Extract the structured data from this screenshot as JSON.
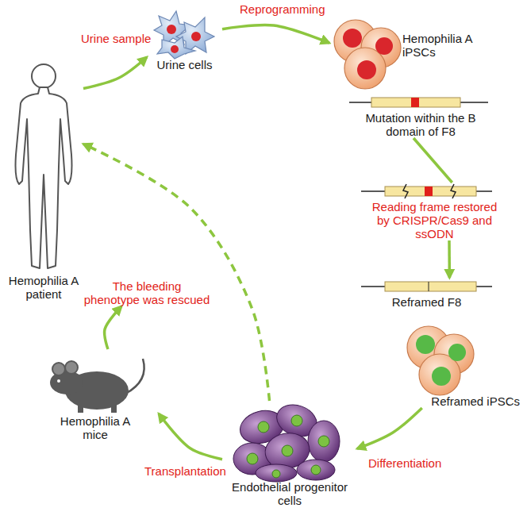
{
  "diagram": {
    "nodes": [
      {
        "text": [
          "Hemophilia A patient"
        ]
      },
      {
        "text": [
          "Urine cells"
        ]
      },
      {
        "text": [
          "Hemophilia A iPSCs"
        ]
      },
      {
        "text": [
          "Mutation within the B domain of F8"
        ]
      },
      {
        "text": [
          "Reading frame restored by CRISPR/Cas9 and ssODN"
        ]
      },
      {
        "text": [
          "Reframed F8"
        ]
      },
      {
        "text": [
          "Reframed iPSCs"
        ]
      },
      {
        "text": [
          "Endothelial progenitor cells"
        ]
      },
      {
        "text": [
          "Hemophilia A mice"
        ]
      },
      {
        "text": [
          "The bleeding phenotype was rescued"
        ]
      }
    ],
    "edges": [
      {
        "from": 0,
        "to": 1,
        "arrow": "to",
        "label": "Urine sample"
      },
      {
        "from": 1,
        "to": 2,
        "arrow": "to",
        "label": "Reprogramming"
      },
      {
        "from": 3,
        "to": 4,
        "arrow": "none"
      },
      {
        "from": 4,
        "to": 5,
        "arrow": "to"
      },
      {
        "from": 6,
        "to": 7,
        "arrow": "to",
        "label": "Differentiation"
      },
      {
        "from": 7,
        "to": 8,
        "arrow": "to",
        "label": "Transplantation"
      },
      {
        "from": 8,
        "to": 9,
        "arrow": "to"
      },
      {
        "from": 7,
        "to": 0,
        "arrow": "to"
      }
    ]
  }
}
